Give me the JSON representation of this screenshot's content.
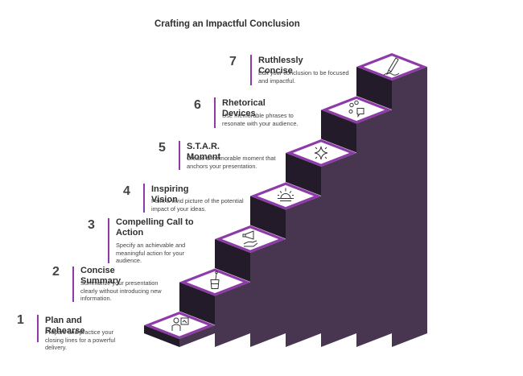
{
  "title": "Crafting an Impactful Conclusion",
  "colors": {
    "accent": "#8e3aa8",
    "top_fill": "#ffffff",
    "riser_dark": "#241b2a",
    "side_face": "#48354f",
    "text_dark": "#2f2f2f"
  },
  "steps": [
    {
      "number": "1",
      "title": "Plan and Rehearse",
      "description": "Prepare and practice your closing lines for a powerful delivery.",
      "icon": "person-presentation-icon"
    },
    {
      "number": "2",
      "title": "Concise Summary",
      "description": "Summarize your presentation clearly without introducing new information.",
      "icon": "glass-water-icon"
    },
    {
      "number": "3",
      "title": "Compelling Call to Action",
      "description": "Specify an achievable and meaningful action for your audience.",
      "icon": "megaphone-hand-icon"
    },
    {
      "number": "4",
      "title": "Inspiring Vision",
      "description": "Paint a vivid picture of the potential impact of your ideas.",
      "icon": "sunrise-icon"
    },
    {
      "number": "5",
      "title": "S.T.A.R. Moment",
      "description": "Create a memorable moment that anchors your presentation.",
      "icon": "sparkle-star-icon"
    },
    {
      "number": "6",
      "title": "Rhetorical Devices",
      "description": "Use memorable phrases to resonate with your audience.",
      "icon": "speech-bubbles-icon"
    },
    {
      "number": "7",
      "title": "Ruthlessly Concise",
      "description": "Edit your conclusion to be focused and impactful.",
      "icon": "pen-nib-icon"
    }
  ]
}
